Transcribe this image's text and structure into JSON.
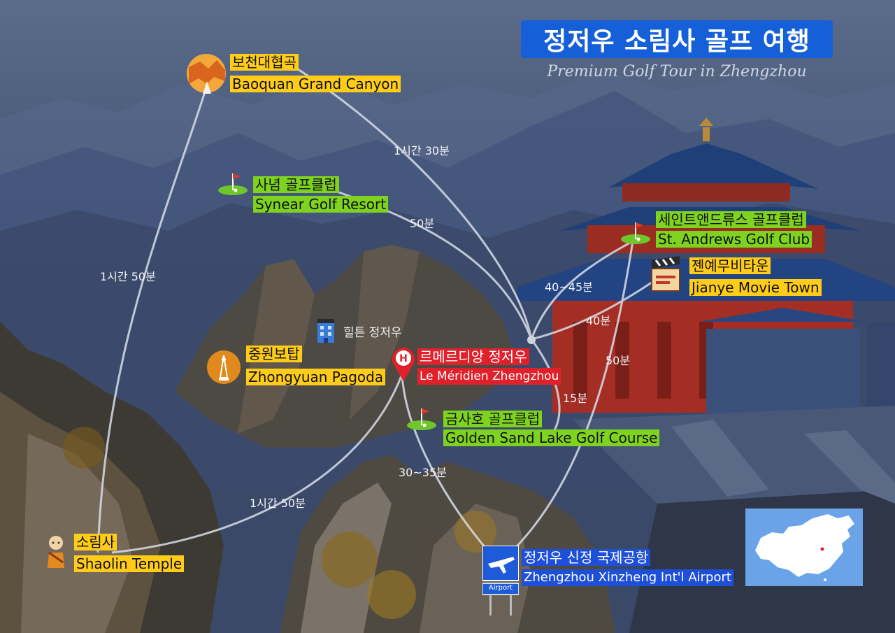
{
  "title": "정저우 소림사 골프 여행",
  "subtitle": "Premium Golf Tour in Zhengzhou",
  "colors": {
    "title_bg": "#1560d8",
    "attraction": "#ffcc1a",
    "golf": "#7ed321",
    "hotel": "#e0202a",
    "airport": "#1e4fd8",
    "route_line": "#d8dde8"
  },
  "places": {
    "baoquan": {
      "ko": "보천대협곡",
      "en": "Baoquan Grand Canyon",
      "icon": "canyon-icon"
    },
    "synear": {
      "ko": "사념 골프클럽",
      "en": "Synear Golf Resort",
      "icon": "golf-flag-icon"
    },
    "standrews": {
      "ko": "세인트앤드류스 골프클럽",
      "en": "St. Andrews Golf Club",
      "icon": "golf-flag-icon"
    },
    "jianye": {
      "ko": "젠예무비타운",
      "en": "Jianye Movie Town",
      "icon": "clapperboard-icon"
    },
    "hilton": {
      "ko": "힐튼 정저우",
      "icon": "hotel-building-icon"
    },
    "zhongyuan": {
      "ko": "중원보탑",
      "en": "Zhongyuan Pagoda",
      "icon": "tower-icon"
    },
    "lemeridien": {
      "ko": "르메르디앙 정저우",
      "en": "Le Méridien Zhengzhou",
      "icon": "hotel-pin-icon"
    },
    "goldensand": {
      "ko": "금사호 골프클럽",
      "en": "Golden Sand Lake Golf Course",
      "icon": "golf-flag-icon"
    },
    "shaolin": {
      "ko": "소림사",
      "en": "Shaolin Temple",
      "icon": "monk-icon"
    },
    "airport": {
      "ko": "정저우 신정 국제공항",
      "en": "Zhengzhou Xinzheng Int'l Airport",
      "icon": "airplane-icon",
      "sign": "Airport"
    }
  },
  "travel_times": {
    "baoquan": "1시간 30분",
    "synear": "50분",
    "shaolin_baoquan": "1시간 50분",
    "standrews": "40~45분",
    "jianye": "40분",
    "airport_jianye": "50분",
    "goldensand": "15분",
    "airport_hotel": "30~35분",
    "shaolin_hotel": "1시간 50분"
  }
}
